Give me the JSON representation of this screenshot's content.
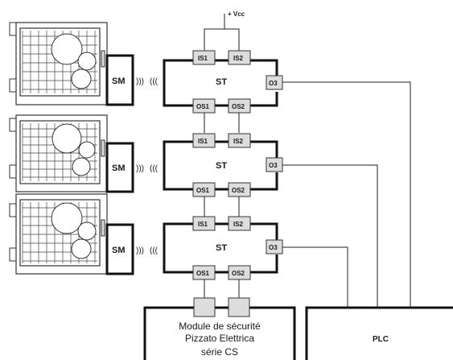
{
  "vcc_label": "+ Vcc",
  "units": [
    {
      "sm": "SM",
      "waves_left": ")))",
      "waves_right": "(((",
      "st": "ST",
      "is1": "IS1",
      "is2": "IS2",
      "os1": "OS1",
      "os2": "OS2",
      "o3": "O3"
    },
    {
      "sm": "SM",
      "waves_left": ")))",
      "waves_right": "(((",
      "st": "ST",
      "is1": "IS1",
      "is2": "IS2",
      "os1": "OS1",
      "os2": "OS2",
      "o3": "O3"
    },
    {
      "sm": "SM",
      "waves_left": ")))",
      "waves_right": "(((",
      "st": "ST",
      "is1": "IS1",
      "is2": "IS2",
      "os1": "OS1",
      "os2": "OS2",
      "o3": "O3"
    }
  ],
  "safety_module": {
    "line1": "Module de sécurité",
    "line2": "Pizzato Elettrica",
    "line3": "série CS"
  },
  "plc_label": "PLC"
}
